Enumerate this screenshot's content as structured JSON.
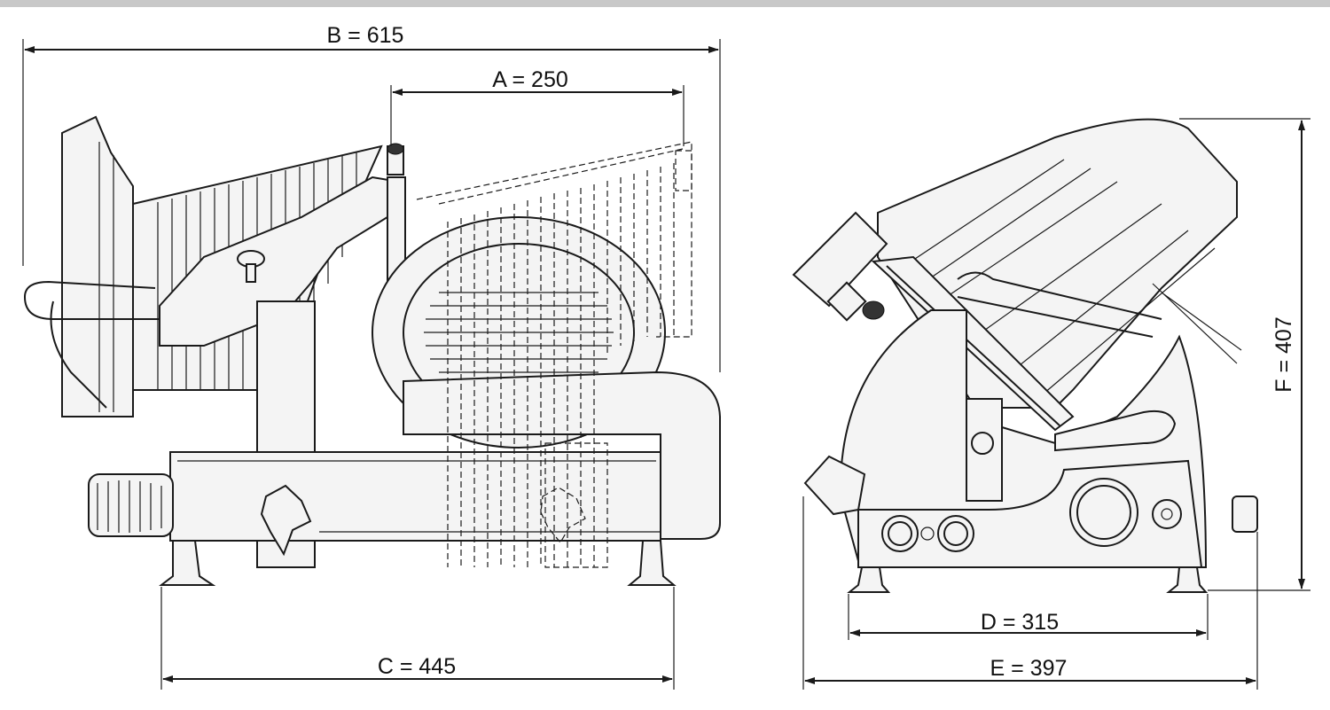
{
  "dimensions": {
    "A": "A = 250",
    "B": "B = 615",
    "C": "C = 445",
    "D": "D = 315",
    "E": "E =  397",
    "F": "F =  407"
  },
  "colors": {
    "line": "#1a1a1a",
    "topbar": "#c8c8c8"
  }
}
